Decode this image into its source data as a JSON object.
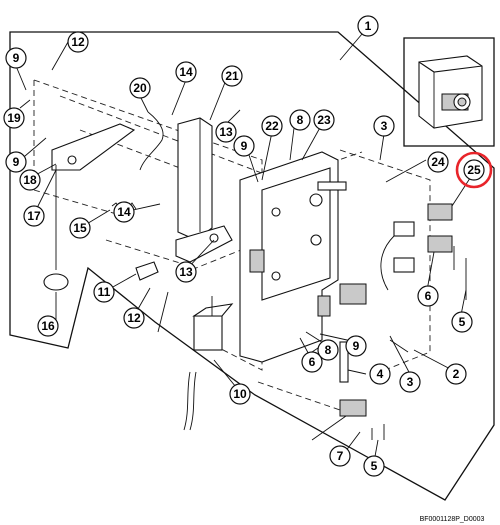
{
  "diagram": {
    "caption": "BF0001128P_D0003",
    "highlight_color": "#e8242a",
    "callouts": [
      "1",
      "2",
      "3",
      "3",
      "4",
      "5",
      "5",
      "6",
      "6",
      "7",
      "8",
      "8",
      "9",
      "9",
      "9",
      "9",
      "10",
      "11",
      "12",
      "12",
      "13",
      "13",
      "14",
      "14",
      "15",
      "16",
      "17",
      "18",
      "19",
      "20",
      "21",
      "22",
      "23",
      "24",
      "25"
    ]
  }
}
